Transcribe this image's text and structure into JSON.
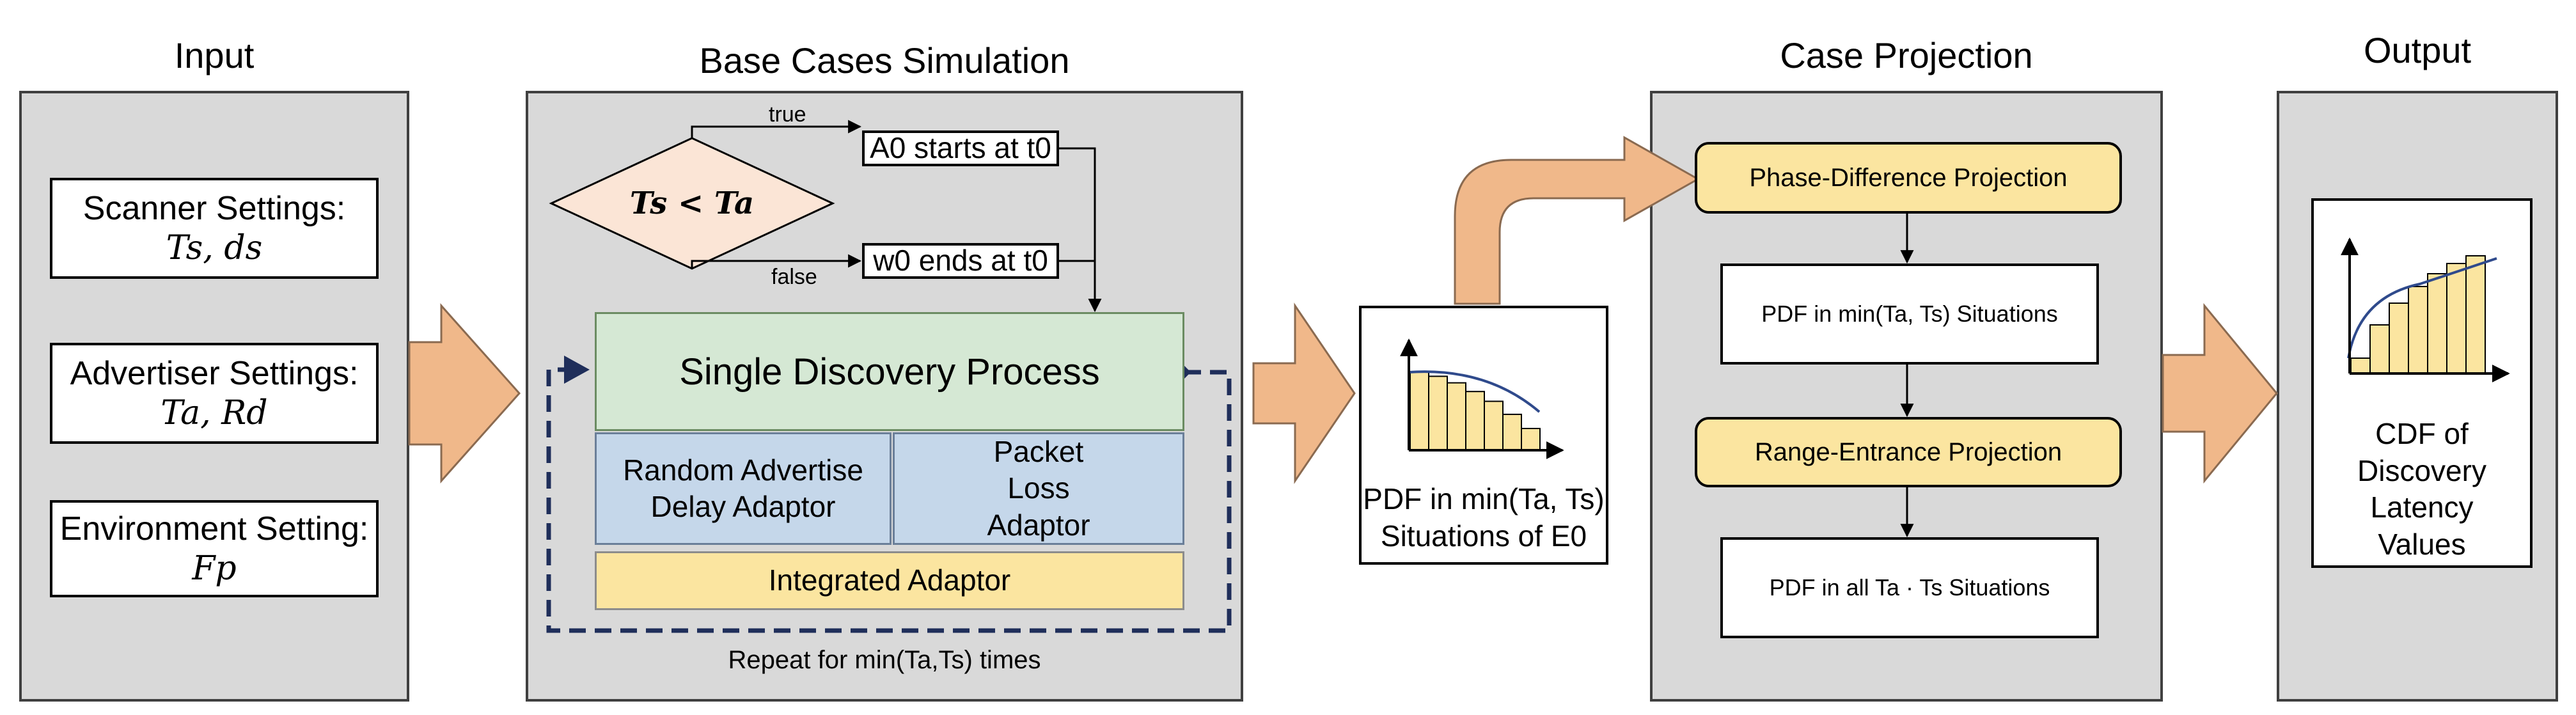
{
  "sections": {
    "input": "Input",
    "base": "Base Cases Simulation",
    "projection": "Case Projection",
    "output": "Output"
  },
  "input": {
    "scanner_label": "Scanner Settings:",
    "scanner_params": "Ts, ds",
    "advertiser_label": "Advertiser Settings:",
    "advertiser_params": "Ta, Rd",
    "environment_label": "Environment Setting:",
    "environment_params": "Fp"
  },
  "simulation": {
    "condition": "Ts < Ta",
    "true_label": "true",
    "false_label": "false",
    "true_result": "A0 starts at t0",
    "false_result": "w0 ends at t0",
    "process": "Single Discovery Process",
    "random_adaptor": "Random Advertise Delay Adaptor",
    "packet_adaptor": "Packet Loss Adaptor",
    "integrated_adaptor": "Integrated Adaptor",
    "repeat_note": "Repeat for min(Ta,Ts) times"
  },
  "pdf_middle": {
    "caption_line1": "PDF in min(Ta, Ts)",
    "caption_line2": "Situations of E0",
    "bars": [
      0.72,
      0.68,
      0.62,
      0.54,
      0.45,
      0.33,
      0.2
    ]
  },
  "projection": {
    "phase": "Phase-Difference Projection",
    "pdf_min": "PDF in min(Ta, Ts) Situations",
    "range": "Range-Entrance Projection",
    "pdf_all": "PDF in all Ta · Ts Situations"
  },
  "output": {
    "caption": "CDF of Discovery Latency Values",
    "bars": [
      0.12,
      0.38,
      0.55,
      0.68,
      0.78,
      0.86,
      0.92
    ]
  },
  "colors": {
    "panel": "#d9d9d9",
    "arrow": "#f0b88a",
    "process_green": "#d5e8d4",
    "adaptor_blue": "#c5d7ea",
    "adaptor_yellow": "#fbe5a0",
    "condition_fill": "#fbe5d6",
    "loop_dashed": "#1f2e5a",
    "curve": "#2f4a8c"
  }
}
